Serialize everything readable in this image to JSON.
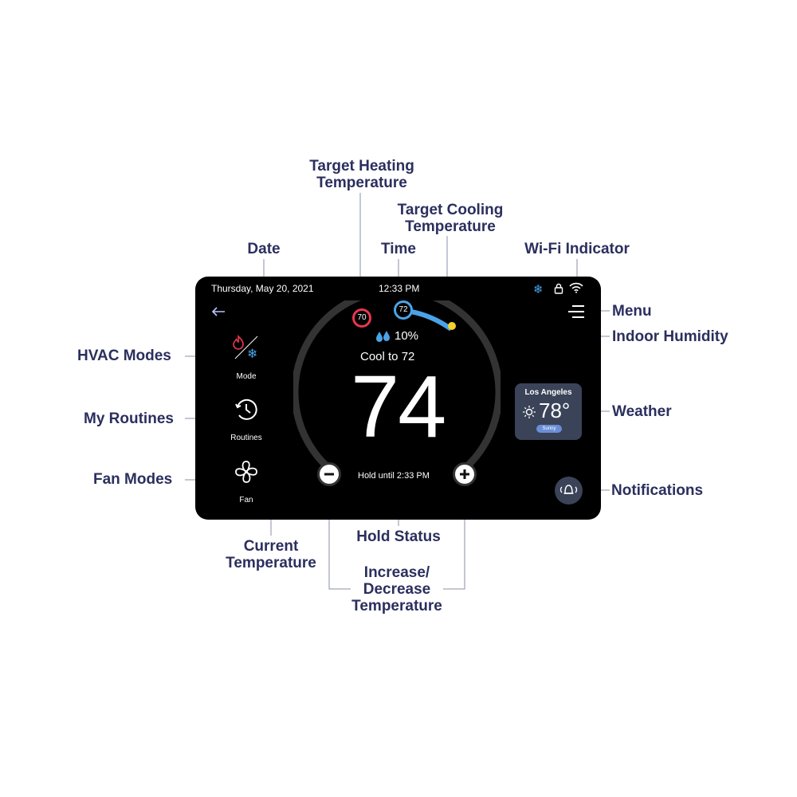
{
  "callouts": {
    "target_heating": "Target Heating\nTemperature",
    "target_cooling": "Target Cooling\nTemperature",
    "date": "Date",
    "time": "Time",
    "wifi": "Wi-Fi Indicator",
    "menu": "Menu",
    "humidity": "Indoor Humidity",
    "hvac_modes": "HVAC Modes",
    "routines": "My Routines",
    "fan_modes": "Fan Modes",
    "weather": "Weather",
    "notifications": "Notifications",
    "current_temp": "Current\nTemperature",
    "hold_status": "Hold Status",
    "inc_dec": "Increase/\nDecrease\nTemperature"
  },
  "device": {
    "date": "Thursday, May 20, 2021",
    "time": "12:33 PM",
    "heat_setpoint": "70",
    "cool_setpoint": "72",
    "humidity": "10%",
    "mode_status": "Cool to 72",
    "current_temp": "74",
    "hold": "Hold until 2:33 PM",
    "sidebar": {
      "mode_label": "Mode",
      "routines_label": "Routines",
      "fan_label": "Fan"
    },
    "weather": {
      "city": "Los Angeles",
      "temp": "78°",
      "condition": "Sunny"
    },
    "icons": [
      "back-arrow-icon",
      "snowflake-icon",
      "lock-icon",
      "wifi-icon",
      "menu-icon",
      "humidity-drop-icon",
      "flame-icon",
      "clock-icon",
      "fan-icon",
      "sun-icon",
      "minus-icon",
      "plus-icon",
      "bell-icon"
    ]
  },
  "colors": {
    "callout_text": "#2b2f5e",
    "heat": "#e8374f",
    "cool": "#4aa3e8",
    "indicator_dot": "#f5d22a",
    "weather_card": "#3a4358"
  }
}
